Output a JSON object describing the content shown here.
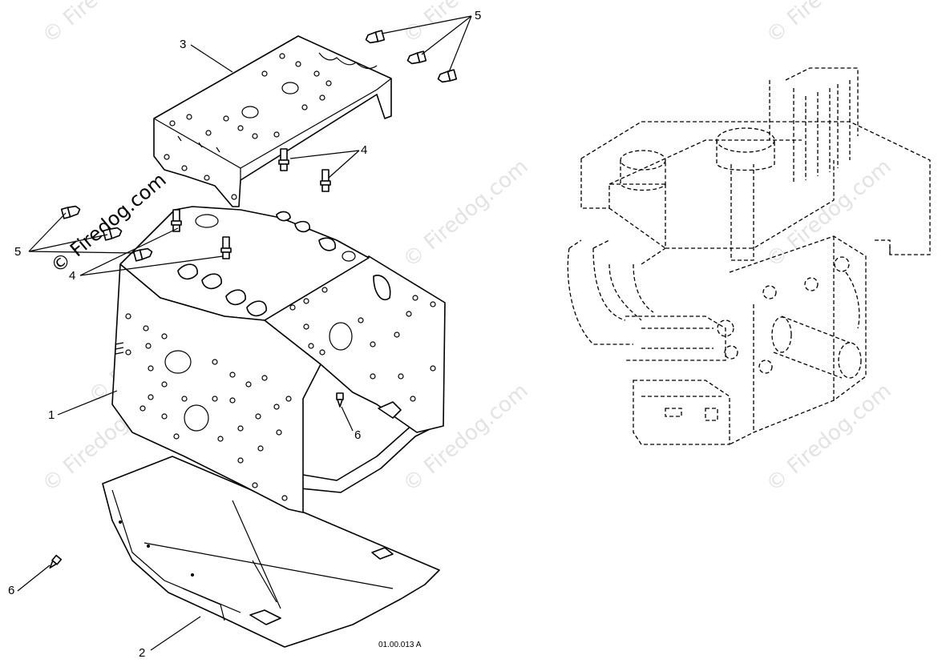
{
  "watermark": {
    "text": "© Firedog.com",
    "color": "#e3e3e3"
  },
  "callouts": {
    "c1": "1",
    "c2": "2",
    "c3": "3",
    "c4a": "4",
    "c4b": "4",
    "c5a": "5",
    "c5b": "5",
    "c6a": "6",
    "c6b": "6"
  },
  "drawing_code": "01.00.013 A",
  "parts": [
    {
      "label": "1",
      "name": "frame-housing"
    },
    {
      "label": "2",
      "name": "bottom-cover-plate"
    },
    {
      "label": "3",
      "name": "top-bracket"
    },
    {
      "label": "4",
      "name": "studs"
    },
    {
      "label": "5",
      "name": "bolts"
    },
    {
      "label": "6",
      "name": "screw"
    }
  ]
}
